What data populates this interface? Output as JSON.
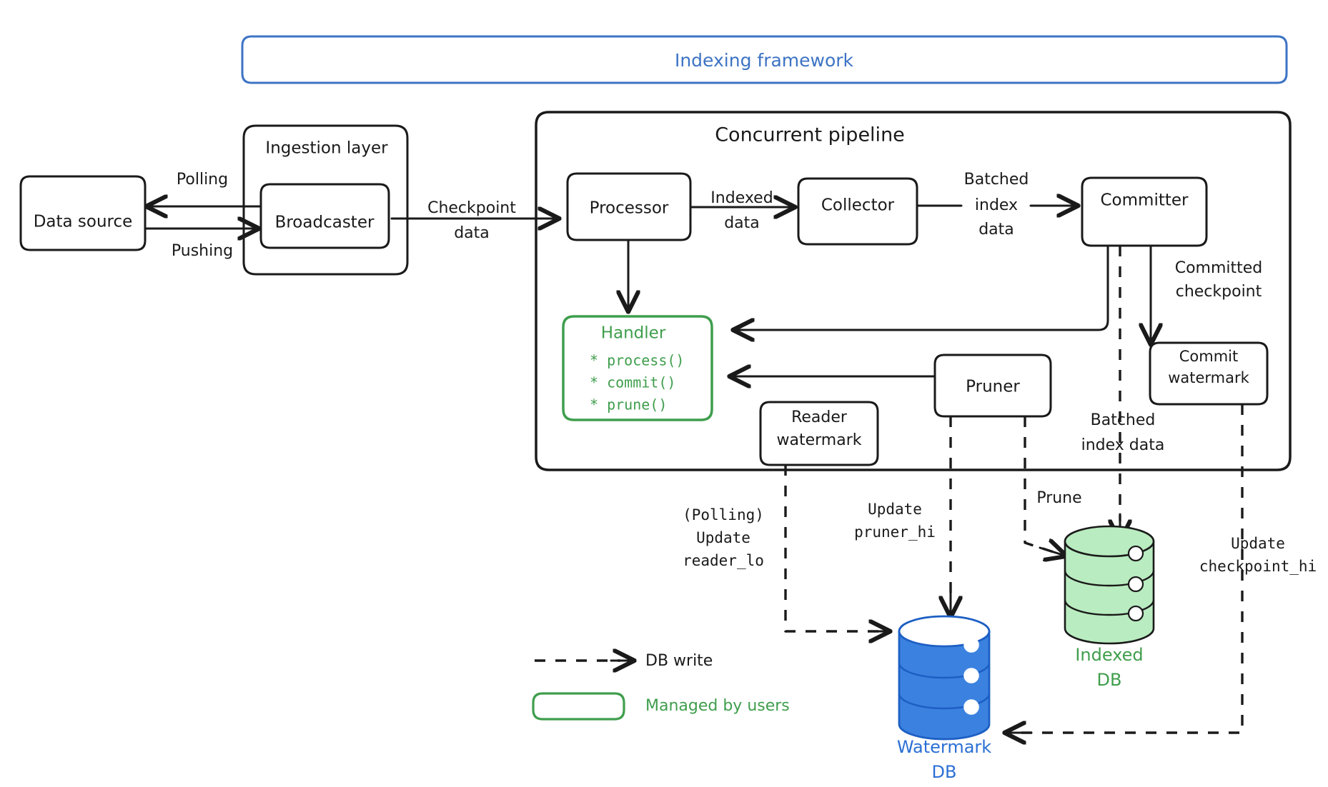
{
  "colors": {
    "ink": "#1a1a1a",
    "blue": "#3d73c4",
    "blue_db_fill": "#3b82e0",
    "green": "#3f9e4d",
    "green_db_fill": "#b9ecc0",
    "white": "#ffffff"
  },
  "framework": {
    "title": "Indexing framework"
  },
  "ingestion": {
    "title": "Ingestion layer",
    "broadcaster": "Broadcaster"
  },
  "data_source": {
    "label": "Data source"
  },
  "pipeline": {
    "title": "Concurrent pipeline",
    "processor": "Processor",
    "collector": "Collector",
    "committer": "Committer",
    "commit_watermark": "Commit\nwatermark",
    "commit_watermark_line1": "Commit",
    "commit_watermark_line2": "watermark",
    "reader_watermark_line1": "Reader",
    "reader_watermark_line2": "watermark",
    "pruner": "Pruner"
  },
  "handler": {
    "title": "Handler",
    "methods": [
      "* process()",
      "* commit()",
      "* prune()"
    ]
  },
  "edge_labels": {
    "polling": "Polling",
    "pushing": "Pushing",
    "checkpoint_data_l1": "Checkpoint",
    "checkpoint_data_l2": "data",
    "indexed_data_l1": "Indexed",
    "indexed_data_l2": "data",
    "batched_index_data_l1": "Batched",
    "batched_index_data_l2": "index",
    "batched_index_data_l3": "data",
    "committed_checkpoint_l1": "Committed",
    "committed_checkpoint_l2": "checkpoint",
    "batched_index_data2_l1": "Batched",
    "batched_index_data2_l2": "index data",
    "prune": "Prune",
    "polling_update_l1": "(Polling)",
    "polling_update_l2": "Update",
    "polling_update_l3": "reader_lo",
    "update_pruner_l1": "Update",
    "update_pruner_l2": "pruner_hi",
    "update_checkpoint_l1": "Update",
    "update_checkpoint_l2": "checkpoint_hi"
  },
  "databases": {
    "watermark_db_l1": "Watermark",
    "watermark_db_l2": "DB",
    "indexed_db_l1": "Indexed",
    "indexed_db_l2": "DB"
  },
  "legend": {
    "db_write": "DB write",
    "managed_by_users": "Managed by users"
  }
}
